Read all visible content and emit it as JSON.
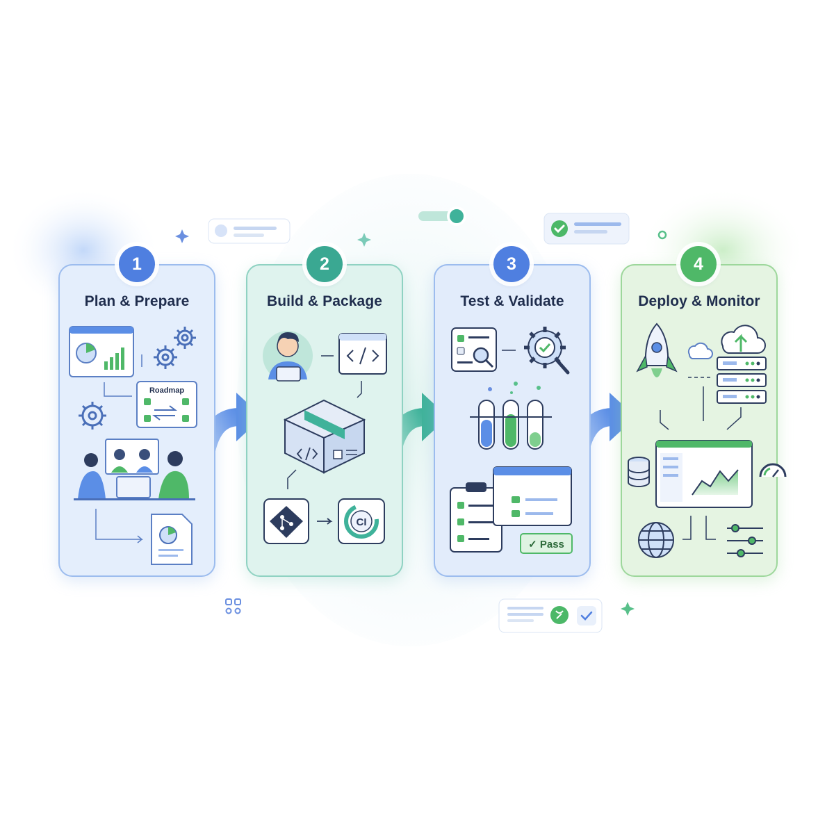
{
  "stages": [
    {
      "number": "1",
      "title": "Plan & Prepare",
      "accent": "#4f7fe0",
      "fill": "#e4eefc",
      "border": "#9cbcee"
    },
    {
      "number": "2",
      "title": "Build & Package",
      "accent": "#3aa892",
      "fill": "#dff3ee",
      "border": "#8fd2c2"
    },
    {
      "number": "3",
      "title": "Test & Validate",
      "accent": "#4f7fe0",
      "fill": "#e2ecfb",
      "border": "#9cbcee"
    },
    {
      "number": "4",
      "title": "Deploy & Monitor",
      "accent": "#4fb868",
      "fill": "#e5f4e2",
      "border": "#9dd79b"
    }
  ],
  "labels": {
    "roadmap": "Roadmap",
    "ci": "CI",
    "pass": "✓ Pass"
  },
  "icons": [
    "dashboard-icon",
    "gear-icon",
    "roadmap-icon",
    "team-meeting-icon",
    "report-icon",
    "developer-icon",
    "code-window-icon",
    "package-icon",
    "git-icon",
    "ci-icon",
    "checklist-search-icon",
    "test-gear-icon",
    "test-tubes-icon",
    "clipboard-icon",
    "rocket-icon",
    "cloud-upload-icon",
    "server-icon",
    "database-icon",
    "monitor-chart-icon",
    "gauge-icon",
    "globe-icon",
    "sliders-icon"
  ]
}
